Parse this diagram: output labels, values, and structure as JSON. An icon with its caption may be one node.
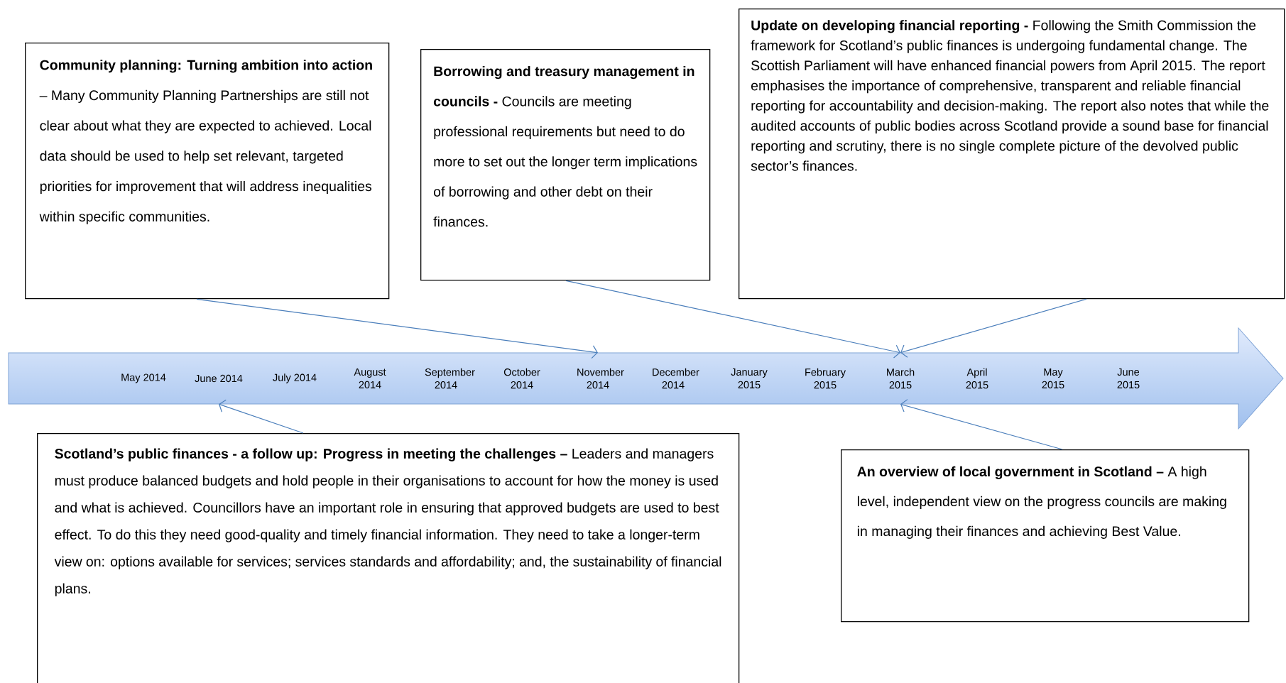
{
  "diagram": {
    "nodes": [
      {
        "text": [
          "**Community planning: Turning ambition into action** – Many Community Planning Partnerships are still not clear about what they are expected to achieved. Local data should be used to help set relevant, targeted priorities for improvement that will address inequalities within specific communities."
        ]
      },
      {
        "text": [
          "**Borrowing and treasury management in councils -** Councils are meeting professional requirements but need to do more to set out the longer term implications of borrowing and other debt on their finances."
        ]
      },
      {
        "text": [
          "**Update on developing financial reporting -** Following the Smith Commission the framework for Scotland’s public finances is undergoing fundamental change. The Scottish Parliament will have enhanced financial powers from April 2015. The report emphasises the importance of comprehensive, transparent and reliable financial reporting for accountability and decision-making. The report also notes that while the audited accounts of public bodies across Scotland provide a sound base for financial reporting and scrutiny, there is no single complete picture of the devolved public sector’s finances."
        ]
      },
      {
        "text": [],
        "shape": "arrow"
      },
      {
        "text": [
          "May 2014"
        ],
        "in": 3
      },
      {
        "text": [
          "June 2014"
        ],
        "in": 3
      },
      {
        "text": [
          "July 2014"
        ],
        "in": 3
      },
      {
        "text": [
          "August 2014"
        ],
        "in": 3
      },
      {
        "text": [
          "September 2014"
        ],
        "in": 3
      },
      {
        "text": [
          "October 2014"
        ],
        "in": 3
      },
      {
        "text": [
          "November 2014"
        ],
        "in": 3
      },
      {
        "text": [
          "December 2014"
        ],
        "in": 3
      },
      {
        "text": [
          "January 2015"
        ],
        "in": 3
      },
      {
        "text": [
          "February 2015"
        ],
        "in": 3
      },
      {
        "text": [
          "March 2015"
        ],
        "in": 3
      },
      {
        "text": [
          "April 2015"
        ],
        "in": 3
      },
      {
        "text": [
          "May 2015"
        ],
        "in": 3
      },
      {
        "text": [
          "June 2015"
        ],
        "in": 3
      },
      {
        "text": [
          "**Scotland’s public finances - a follow up: Progress in meeting the challenges –** Leaders and managers must produce balanced budgets and hold people in their organisations to account for how the money is used and what is achieved. Councillors have an important role in ensuring that approved budgets are used to best effect. To do this they need good-quality and timely financial information. They need to take a longer-term view on: options available for services; services standards and affordability; and, the sustainability of financial plans."
        ]
      },
      {
        "text": [
          "**An overview of local government in Scotland –** A high level, independent view on the progress councils are making in managing their finances and achieving Best Value."
        ]
      }
    ],
    "edges": [
      {
        "from": 0,
        "to": 10,
        "arrow": "to"
      },
      {
        "from": 1,
        "to": 14,
        "arrow": "to"
      },
      {
        "from": 2,
        "to": 14,
        "arrow": "to"
      },
      {
        "from": 18,
        "to": 5,
        "arrow": "to"
      },
      {
        "from": 19,
        "to": 14,
        "arrow": "to"
      }
    ]
  }
}
